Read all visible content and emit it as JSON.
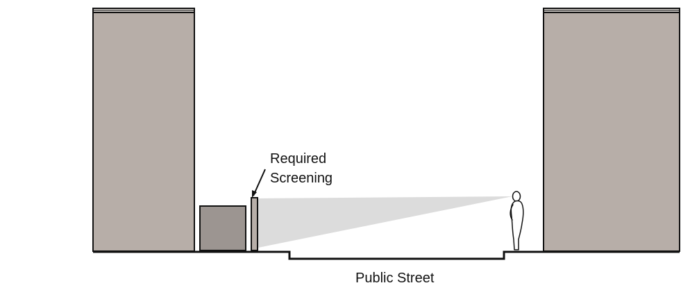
{
  "diagram": {
    "labels": {
      "required_line1": "Required",
      "required_line2": "Screening",
      "street": "Public Street"
    },
    "colors": {
      "building": "#b7aea8",
      "building_top_stripe": "#d7d2ce",
      "equipment_box": "#9c9591",
      "screening": "#b7aea8",
      "sightline": "#dcdcdc",
      "outline": "#111111",
      "ground": "#111111"
    },
    "icons": {
      "arrow": "arrow-icon",
      "person": "person-icon"
    }
  }
}
